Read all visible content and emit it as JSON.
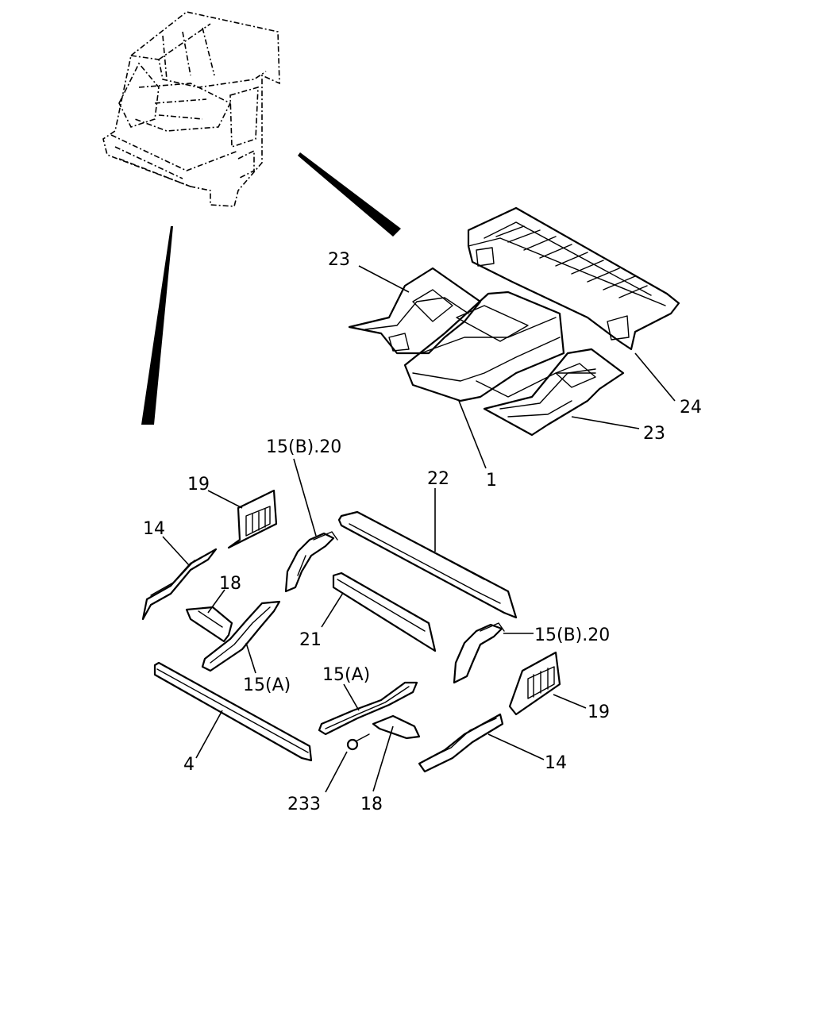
{
  "labels": {
    "l1": "1",
    "l4": "4",
    "l14a": "14",
    "l14b": "14",
    "l15a_left": "15(A)",
    "l15a_mid": "15(A)",
    "l15b_top": "15(B).20",
    "l15b_right": "15(B).20",
    "l18a": "18",
    "l18b": "18",
    "l19a": "19",
    "l19b": "19",
    "l21": "21",
    "l22": "22",
    "l23a": "23",
    "l23b": "23",
    "l24": "24",
    "l233": "233"
  }
}
